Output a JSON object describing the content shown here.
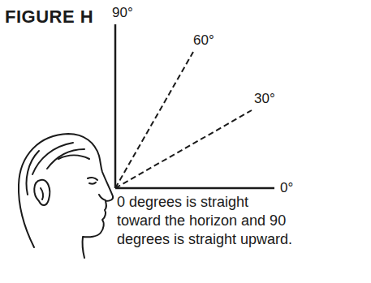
{
  "diagram": {
    "title": "FIGURE H",
    "caption": "0 degrees is straight toward the horizon and 90 degrees is straight upward.",
    "labels": [
      "90°",
      "60°",
      "30°",
      "0°"
    ]
  }
}
